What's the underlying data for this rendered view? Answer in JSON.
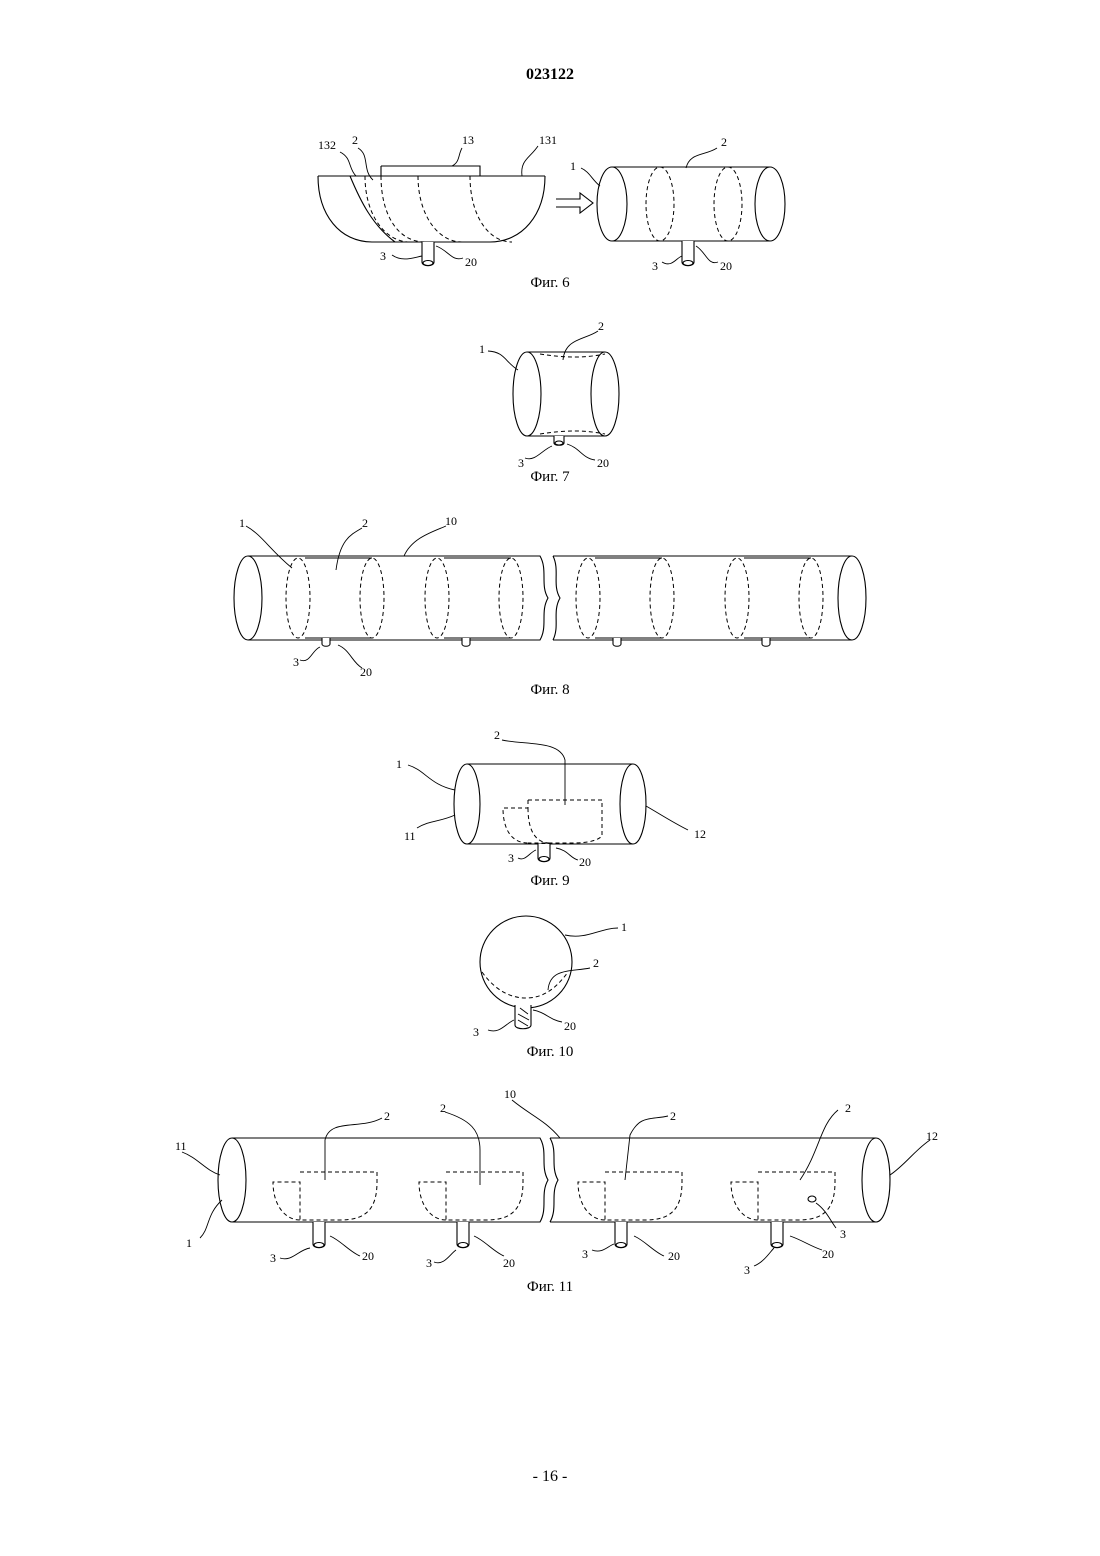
{
  "document_number": "023122",
  "page_number": "- 16 -",
  "figures": [
    {
      "id": "fig6",
      "caption": "Фиг. 6",
      "labels": {
        "l132": "132",
        "l2a": "2",
        "l13": "13",
        "l131": "131",
        "l1": "1",
        "l2b": "2",
        "l3a": "3",
        "l20a": "20",
        "l3b": "3",
        "l20b": "20"
      }
    },
    {
      "id": "fig7",
      "caption": "Фиг. 7",
      "labels": {
        "l1": "1",
        "l2": "2",
        "l3": "3",
        "l20": "20"
      }
    },
    {
      "id": "fig8",
      "caption": "Фиг. 8",
      "labels": {
        "l1": "1",
        "l2": "2",
        "l10": "10",
        "l3": "3",
        "l20": "20"
      }
    },
    {
      "id": "fig9",
      "caption": "Фиг. 9",
      "labels": {
        "l1": "1",
        "l2": "2",
        "l11": "11",
        "l12": "12",
        "l3": "3",
        "l20": "20"
      }
    },
    {
      "id": "fig10",
      "caption": "Фиг. 10",
      "labels": {
        "l1": "1",
        "l2": "2",
        "l3": "3",
        "l20": "20"
      }
    },
    {
      "id": "fig11",
      "caption": "Фиг. 11",
      "labels": {
        "l11": "11",
        "l1": "1",
        "l2a": "2",
        "l2b": "2",
        "l10": "10",
        "l2c": "2",
        "l2d": "2",
        "l12": "12",
        "l3a": "3",
        "l20a": "20",
        "l3b": "3",
        "l20b": "20",
        "l3c": "3",
        "l20c": "20",
        "l3d": "3",
        "l20d": "20",
        "l3e": "3"
      }
    }
  ]
}
